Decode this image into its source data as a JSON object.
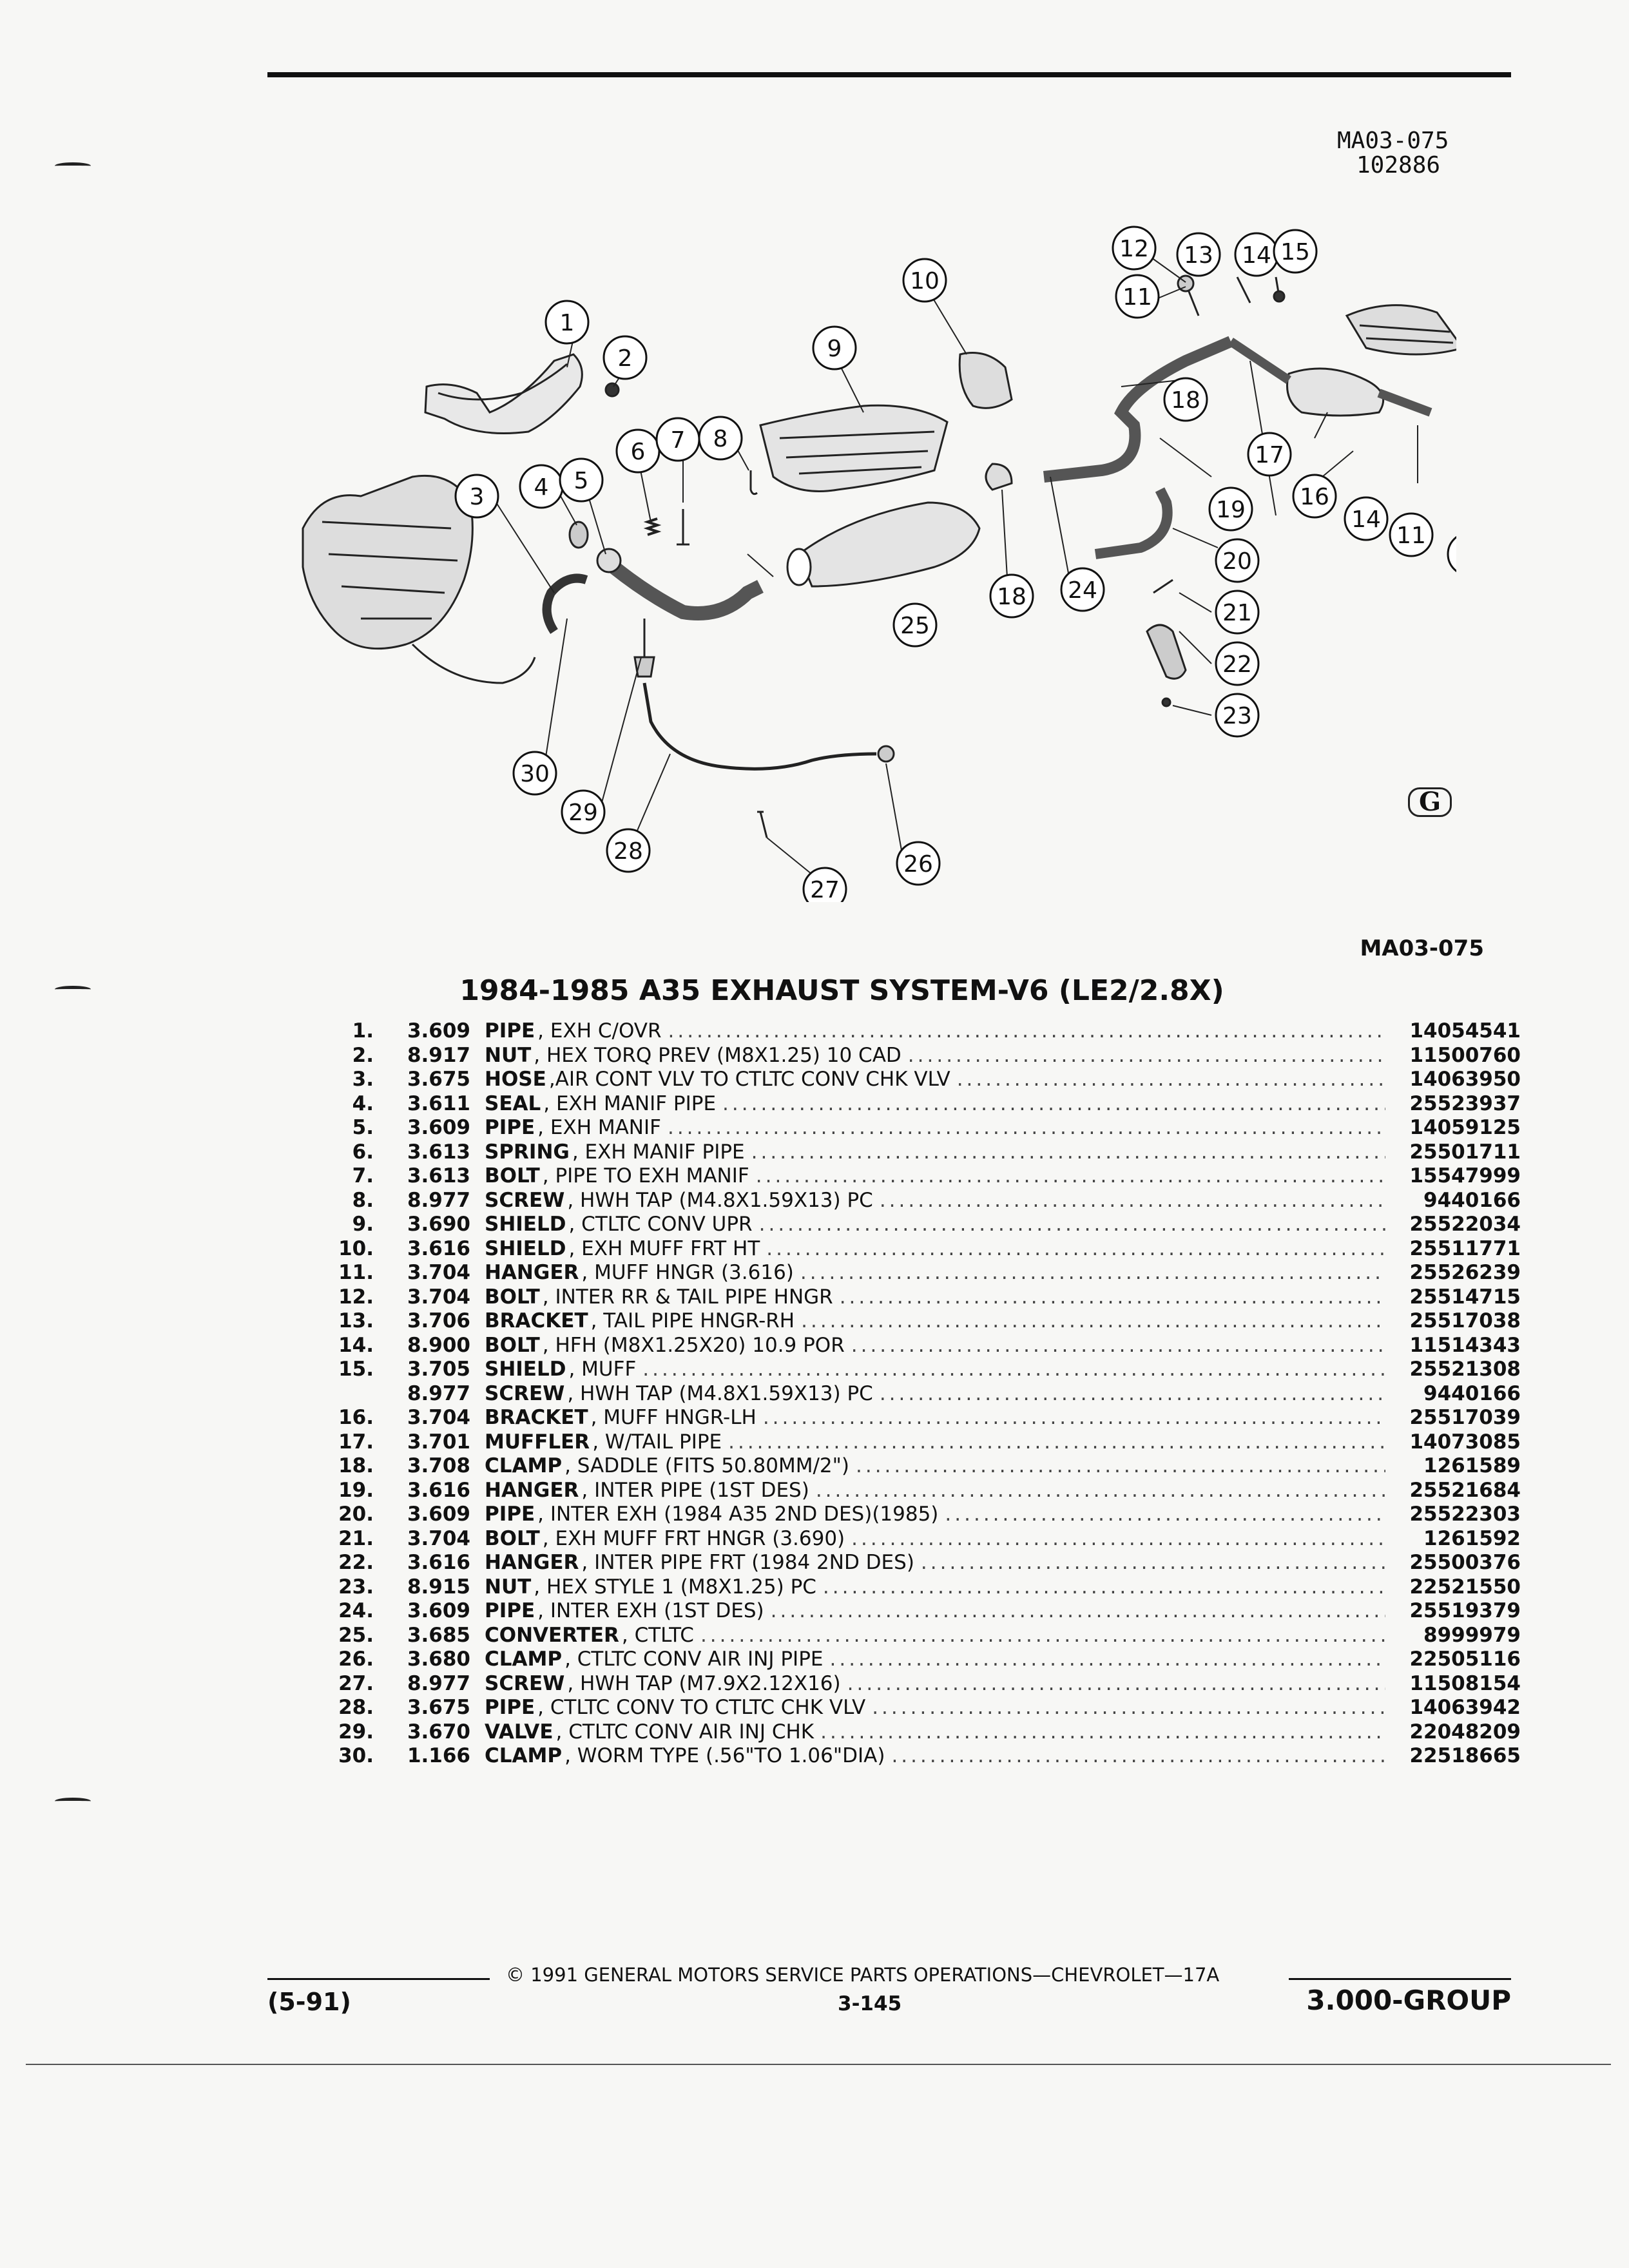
{
  "header": {
    "diagram_id_line1": "MA03-075",
    "diagram_id_line2": "102886",
    "figure_code": "MA03-075",
    "logo_glyph": "G"
  },
  "diagram": {
    "callouts": [
      "1",
      "2",
      "3",
      "4",
      "5",
      "6",
      "7",
      "8",
      "9",
      "10",
      "11",
      "12",
      "13",
      "14",
      "15",
      "16",
      "17",
      "18",
      "19",
      "20",
      "21",
      "22",
      "23",
      "24",
      "25",
      "26",
      "27",
      "28",
      "29",
      "30",
      "11",
      "12",
      "14",
      "18"
    ]
  },
  "section_title": "1984-1985 A35 EXHAUST SYSTEM-V6 (LE2/2.8X)",
  "parts": [
    {
      "num": "1.",
      "group": "3.609",
      "name": "PIPE",
      "detail": ", EXH C/OVR",
      "part": "14054541"
    },
    {
      "num": "2.",
      "group": "8.917",
      "name": "NUT",
      "detail": ", HEX TORQ PREV (M8X1.25) 10 CAD",
      "part": "11500760"
    },
    {
      "num": "3.",
      "group": "3.675",
      "name": "HOSE",
      "detail": ",AIR CONT VLV TO CTLTC CONV CHK VLV",
      "part": "14063950"
    },
    {
      "num": "4.",
      "group": "3.611",
      "name": "SEAL",
      "detail": ", EXH MANIF PIPE",
      "part": "25523937"
    },
    {
      "num": "5.",
      "group": "3.609",
      "name": "PIPE",
      "detail": ", EXH MANIF",
      "part": "14059125"
    },
    {
      "num": "6.",
      "group": "3.613",
      "name": "SPRING",
      "detail": ", EXH MANIF PIPE",
      "part": "25501711"
    },
    {
      "num": "7.",
      "group": "3.613",
      "name": "BOLT",
      "detail": ", PIPE TO EXH MANIF",
      "part": "15547999"
    },
    {
      "num": "8.",
      "group": "8.977",
      "name": "SCREW",
      "detail": ", HWH TAP (M4.8X1.59X13) PC",
      "part": "9440166"
    },
    {
      "num": "9.",
      "group": "3.690",
      "name": "SHIELD",
      "detail": ", CTLTC CONV UPR",
      "part": "25522034"
    },
    {
      "num": "10.",
      "group": "3.616",
      "name": "SHIELD",
      "detail": ", EXH MUFF FRT HT",
      "part": "25511771"
    },
    {
      "num": "11.",
      "group": "3.704",
      "name": "HANGER",
      "detail": ", MUFF HNGR (3.616)",
      "part": "25526239"
    },
    {
      "num": "12.",
      "group": "3.704",
      "name": "BOLT",
      "detail": ", INTER RR & TAIL PIPE HNGR",
      "part": "25514715"
    },
    {
      "num": "13.",
      "group": "3.706",
      "name": "BRACKET",
      "detail": ", TAIL PIPE HNGR-RH",
      "part": "25517038"
    },
    {
      "num": "14.",
      "group": "8.900",
      "name": "BOLT",
      "detail": ", HFH (M8X1.25X20) 10.9 POR",
      "part": "11514343"
    },
    {
      "num": "15.",
      "group": "3.705",
      "name": "SHIELD",
      "detail": ", MUFF",
      "part": "25521308"
    },
    {
      "num": "",
      "group": "8.977",
      "name": "SCREW",
      "detail": ", HWH TAP (M4.8X1.59X13) PC",
      "part": "9440166"
    },
    {
      "num": "16.",
      "group": "3.704",
      "name": "BRACKET",
      "detail": ", MUFF HNGR-LH",
      "part": "25517039"
    },
    {
      "num": "17.",
      "group": "3.701",
      "name": "MUFFLER",
      "detail": ", W/TAIL PIPE",
      "part": "14073085"
    },
    {
      "num": "18.",
      "group": "3.708",
      "name": "CLAMP",
      "detail": ", SADDLE (FITS 50.80MM/2\")",
      "part": "1261589"
    },
    {
      "num": "19.",
      "group": "3.616",
      "name": "HANGER",
      "detail": ", INTER PIPE (1ST DES)",
      "part": "25521684"
    },
    {
      "num": "20.",
      "group": "3.609",
      "name": "PIPE",
      "detail": ", INTER EXH (1984 A35 2ND DES)(1985)",
      "part": "25522303"
    },
    {
      "num": "21.",
      "group": "3.704",
      "name": "BOLT",
      "detail": ", EXH MUFF FRT HNGR (3.690)",
      "part": "1261592"
    },
    {
      "num": "22.",
      "group": "3.616",
      "name": "HANGER",
      "detail": ", INTER PIPE FRT (1984 2ND DES)",
      "part": "25500376"
    },
    {
      "num": "23.",
      "group": "8.915",
      "name": "NUT",
      "detail": ", HEX STYLE 1 (M8X1.25) PC",
      "part": "22521550"
    },
    {
      "num": "24.",
      "group": "3.609",
      "name": "PIPE",
      "detail": ", INTER EXH (1ST DES)",
      "part": "25519379"
    },
    {
      "num": "25.",
      "group": "3.685",
      "name": "CONVERTER",
      "detail": ", CTLTC",
      "part": "8999979"
    },
    {
      "num": "26.",
      "group": "3.680",
      "name": "CLAMP",
      "detail": ", CTLTC CONV AIR INJ PIPE",
      "part": "22505116"
    },
    {
      "num": "27.",
      "group": "8.977",
      "name": "SCREW",
      "detail": ", HWH TAP (M7.9X2.12X16)",
      "part": "11508154"
    },
    {
      "num": "28.",
      "group": "3.675",
      "name": "PIPE",
      "detail": ", CTLTC CONV TO CTLTC CHK VLV",
      "part": "14063942"
    },
    {
      "num": "29.",
      "group": "3.670",
      "name": "VALVE",
      "detail": ", CTLTC CONV AIR INJ CHK",
      "part": "22048209"
    },
    {
      "num": "30.",
      "group": "1.166",
      "name": "CLAMP",
      "detail": ", WORM TYPE (.56\"TO 1.06\"DIA)",
      "part": "22518665"
    }
  ],
  "footer": {
    "copyright": "© 1991 GENERAL MOTORS SERVICE PARTS OPERATIONS—CHEVROLET—17A",
    "date": "(5-91)",
    "page": "3-145",
    "group": "3.000-GROUP"
  }
}
